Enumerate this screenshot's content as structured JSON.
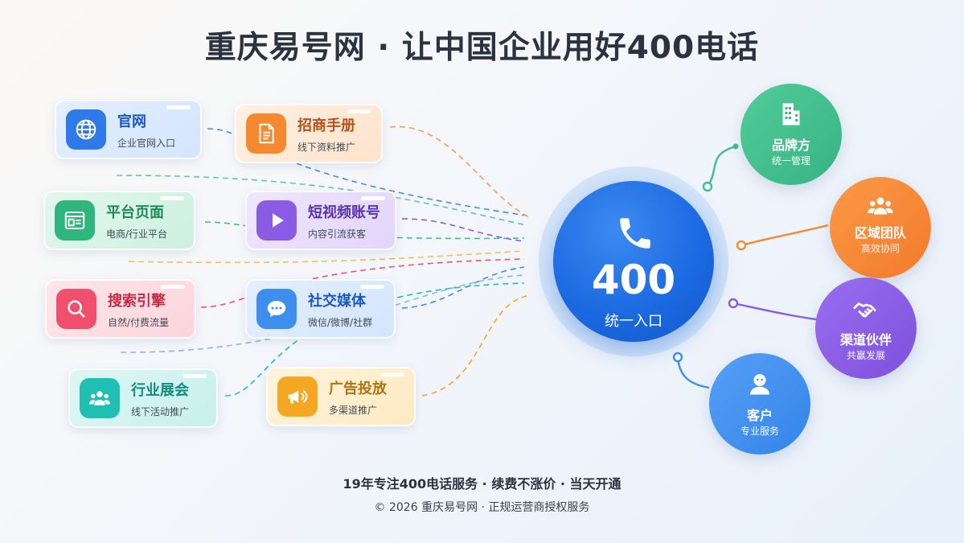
{
  "title": "重庆易号网 · 让中国企业用好400电话",
  "colors": {
    "blue": "#1a68e0",
    "green": "#3cc08a",
    "orange": "#f5892f",
    "purple": "#8a5ce6",
    "teal": "#1fbfb3",
    "pink": "#f0506e",
    "amber": "#f5a623",
    "sky": "#3e8ef0"
  },
  "sources": [
    {
      "title": "官网",
      "subtitle": "企业官网入口",
      "icon": "globe-icon"
    },
    {
      "title": "招商手册",
      "subtitle": "线下资料推广",
      "icon": "document-icon"
    },
    {
      "title": "平台页面",
      "subtitle": "电商/行业平台",
      "icon": "webpage-icon"
    },
    {
      "title": "短视频账号",
      "subtitle": "内容引流获客",
      "icon": "play-icon"
    },
    {
      "title": "搜索引擎",
      "subtitle": "自然/付费流量",
      "icon": "search-icon"
    },
    {
      "title": "社交媒体",
      "subtitle": "微信/微博/社群",
      "icon": "chat-bubble-icon"
    },
    {
      "title": "行业展会",
      "subtitle": "线下活动推广",
      "icon": "people-group-icon"
    },
    {
      "title": "广告投放",
      "subtitle": "多渠道推广",
      "icon": "megaphone-icon"
    }
  ],
  "hub": {
    "number": "400",
    "label": "统一入口",
    "icon": "phone-icon"
  },
  "targets": [
    {
      "title": "品牌方",
      "subtitle": "统一管理",
      "icon": "building-icon"
    },
    {
      "title": "区域团队",
      "subtitle": "高效协同",
      "icon": "team-icon"
    },
    {
      "title": "渠道伙伴",
      "subtitle": "共赢发展",
      "icon": "handshake-icon"
    },
    {
      "title": "客户",
      "subtitle": "专业服务",
      "icon": "user-icon"
    }
  ],
  "footer": {
    "tagline": "19年专注400电话服务 · 续费不涨价 · 当天开通",
    "copyright": "© 2026 重庆易号网 · 正规运营商授权服务"
  }
}
